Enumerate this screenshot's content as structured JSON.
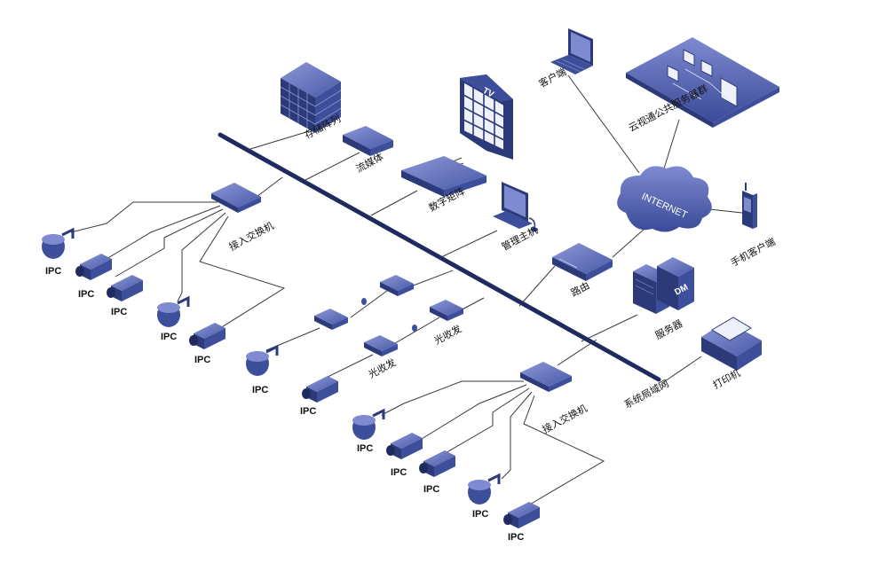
{
  "labels": {
    "storage_array": "存储阵列",
    "media_stream": "流媒体",
    "digital_matrix": "数字矩阵",
    "mgmt_host": "管理主机",
    "router": "路由",
    "client": "客户端",
    "cloud_service": "云视通公共服务器群",
    "mobile_client": "手机客户端",
    "server": "服务器",
    "printer": "打印机",
    "lan": "系统局域网",
    "access_switch_top": "接入交换机",
    "access_switch_bottom": "接入交换机",
    "optical_1": "光收发",
    "optical_2": "光收发",
    "internet": "INTERNET",
    "tv": "TV",
    "dm": "DM"
  },
  "ipc_labels": [
    "IPC",
    "IPC",
    "IPC",
    "IPC",
    "IPC",
    "IPC",
    "IPC",
    "IPC",
    "IPC",
    "IPC",
    "IPC",
    "IPC"
  ],
  "colors": {
    "backbone": "#1f2a5e",
    "device_dark": "#2c3a7a",
    "device_mid": "#3d4f9a",
    "device_light": "#6876c0",
    "cloud": "#4a5aa8",
    "line": "#333333"
  }
}
